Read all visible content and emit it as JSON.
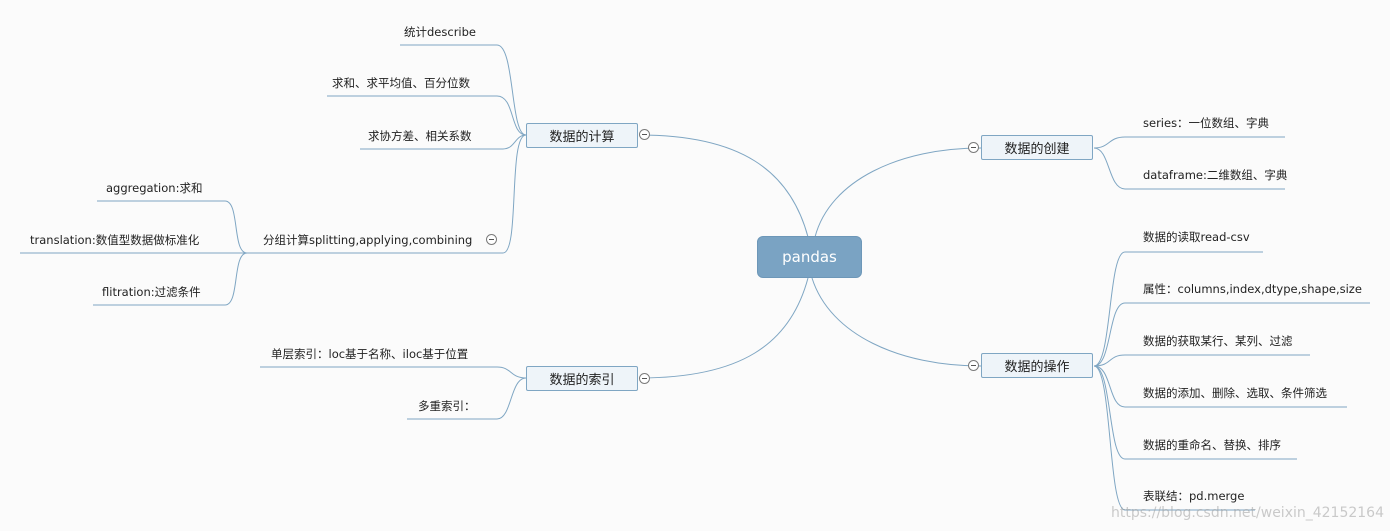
{
  "root": {
    "label": "pandas"
  },
  "branches": {
    "calc": {
      "label": "数据的计算",
      "leaves": [
        "统计describe",
        "求和、求平均值、百分位数",
        "求协方差、相关系数"
      ],
      "group": {
        "label": "分组计算splitting,applying,combining",
        "leaves": [
          "aggregation:求和",
          "translation:数值型数据做标准化",
          "flitration:过滤条件"
        ]
      }
    },
    "index": {
      "label": "数据的索引",
      "leaves": [
        "单层索引：loc基于名称、iloc基于位置",
        "多重索引："
      ]
    },
    "create": {
      "label": "数据的创建",
      "leaves": [
        "series：一位数组、字典",
        "dataframe:二维数组、字典"
      ]
    },
    "ops": {
      "label": "数据的操作",
      "leaves": [
        "数据的读取read-csv",
        "属性：columns,index,dtype,shape,size",
        "数据的获取某行、某列、过滤",
        "数据的添加、删除、选取、条件筛选",
        "数据的重命名、替换、排序",
        "表联结：pd.merge"
      ]
    }
  },
  "watermark": "https://blog.csdn.net/weixin_42152164",
  "colors": {
    "line": "#7fa6c3",
    "root_fill": "#7aa3c3",
    "branch_fill": "#eef4f9"
  }
}
